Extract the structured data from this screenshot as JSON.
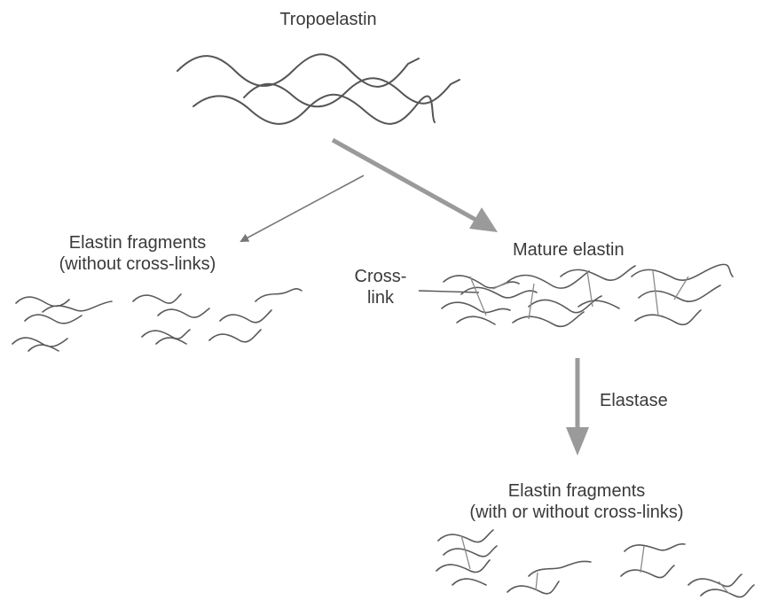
{
  "labels": {
    "tropoelastin": "Tropoelastin",
    "fragments_left_line1": "Elastin fragments",
    "fragments_left_line2": "(without cross-links)",
    "mature": "Mature elastin",
    "crosslink_line1": "Cross-",
    "crosslink_line2": "link",
    "elastase": "Elastase",
    "fragments_bottom_line1": "Elastin fragments",
    "fragments_bottom_line2": "(with or without cross-links)"
  },
  "colors": {
    "strand": "#555555",
    "arrow": "#9a9a9a",
    "thin_arrow": "#777777",
    "text": "#3a3a3a"
  }
}
